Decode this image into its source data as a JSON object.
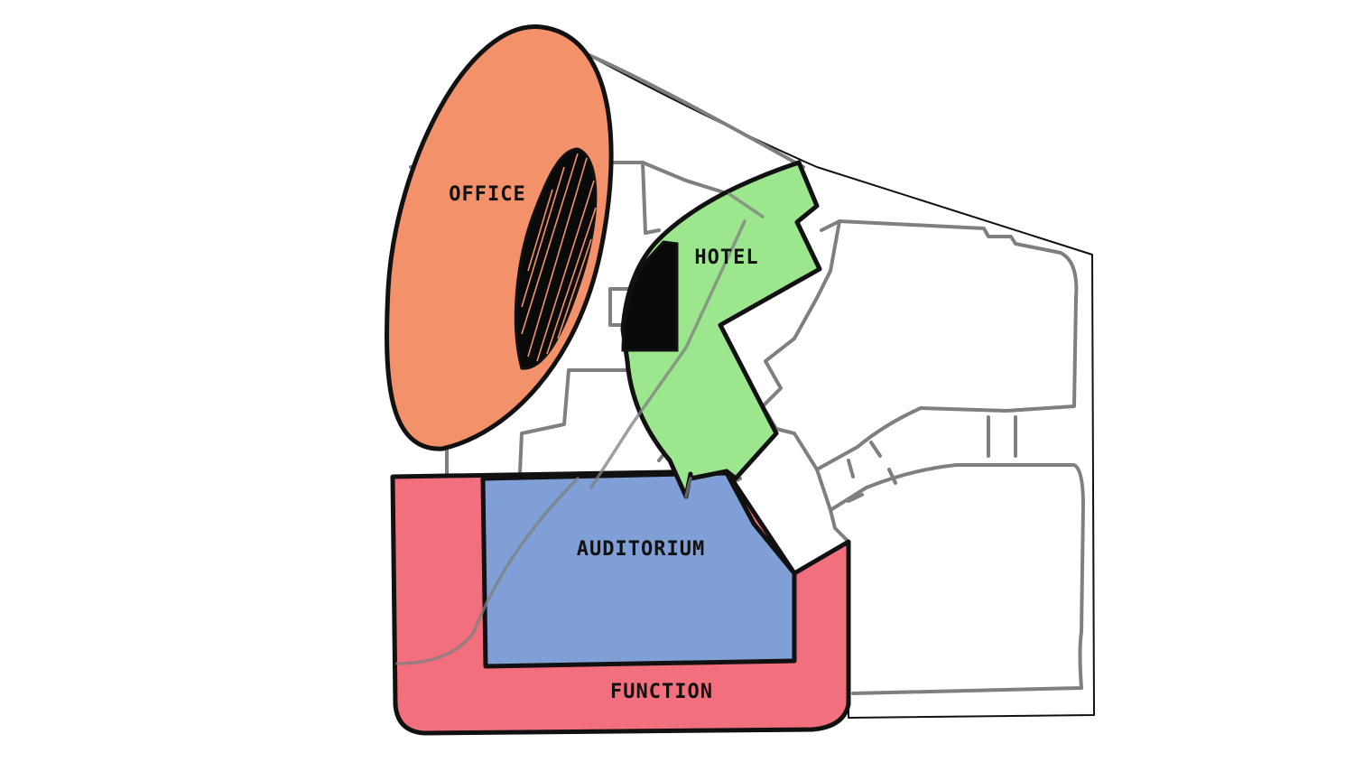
{
  "diagram": {
    "zones": [
      {
        "id": "office",
        "label": "OFFICE",
        "color": "#F2916A"
      },
      {
        "id": "hotel",
        "label": "HOTEL",
        "color": "#9CE68E"
      },
      {
        "id": "auditorium",
        "label": "AUDITORIUM",
        "color": "#7F9FD6"
      },
      {
        "id": "function",
        "label": "FUNCTION",
        "color": "#F26F7E"
      }
    ],
    "colors": {
      "outline": "#111111",
      "site_lines": "#7F7F7F",
      "core": "#0A0A0A",
      "background": "#FFFFFF"
    }
  }
}
